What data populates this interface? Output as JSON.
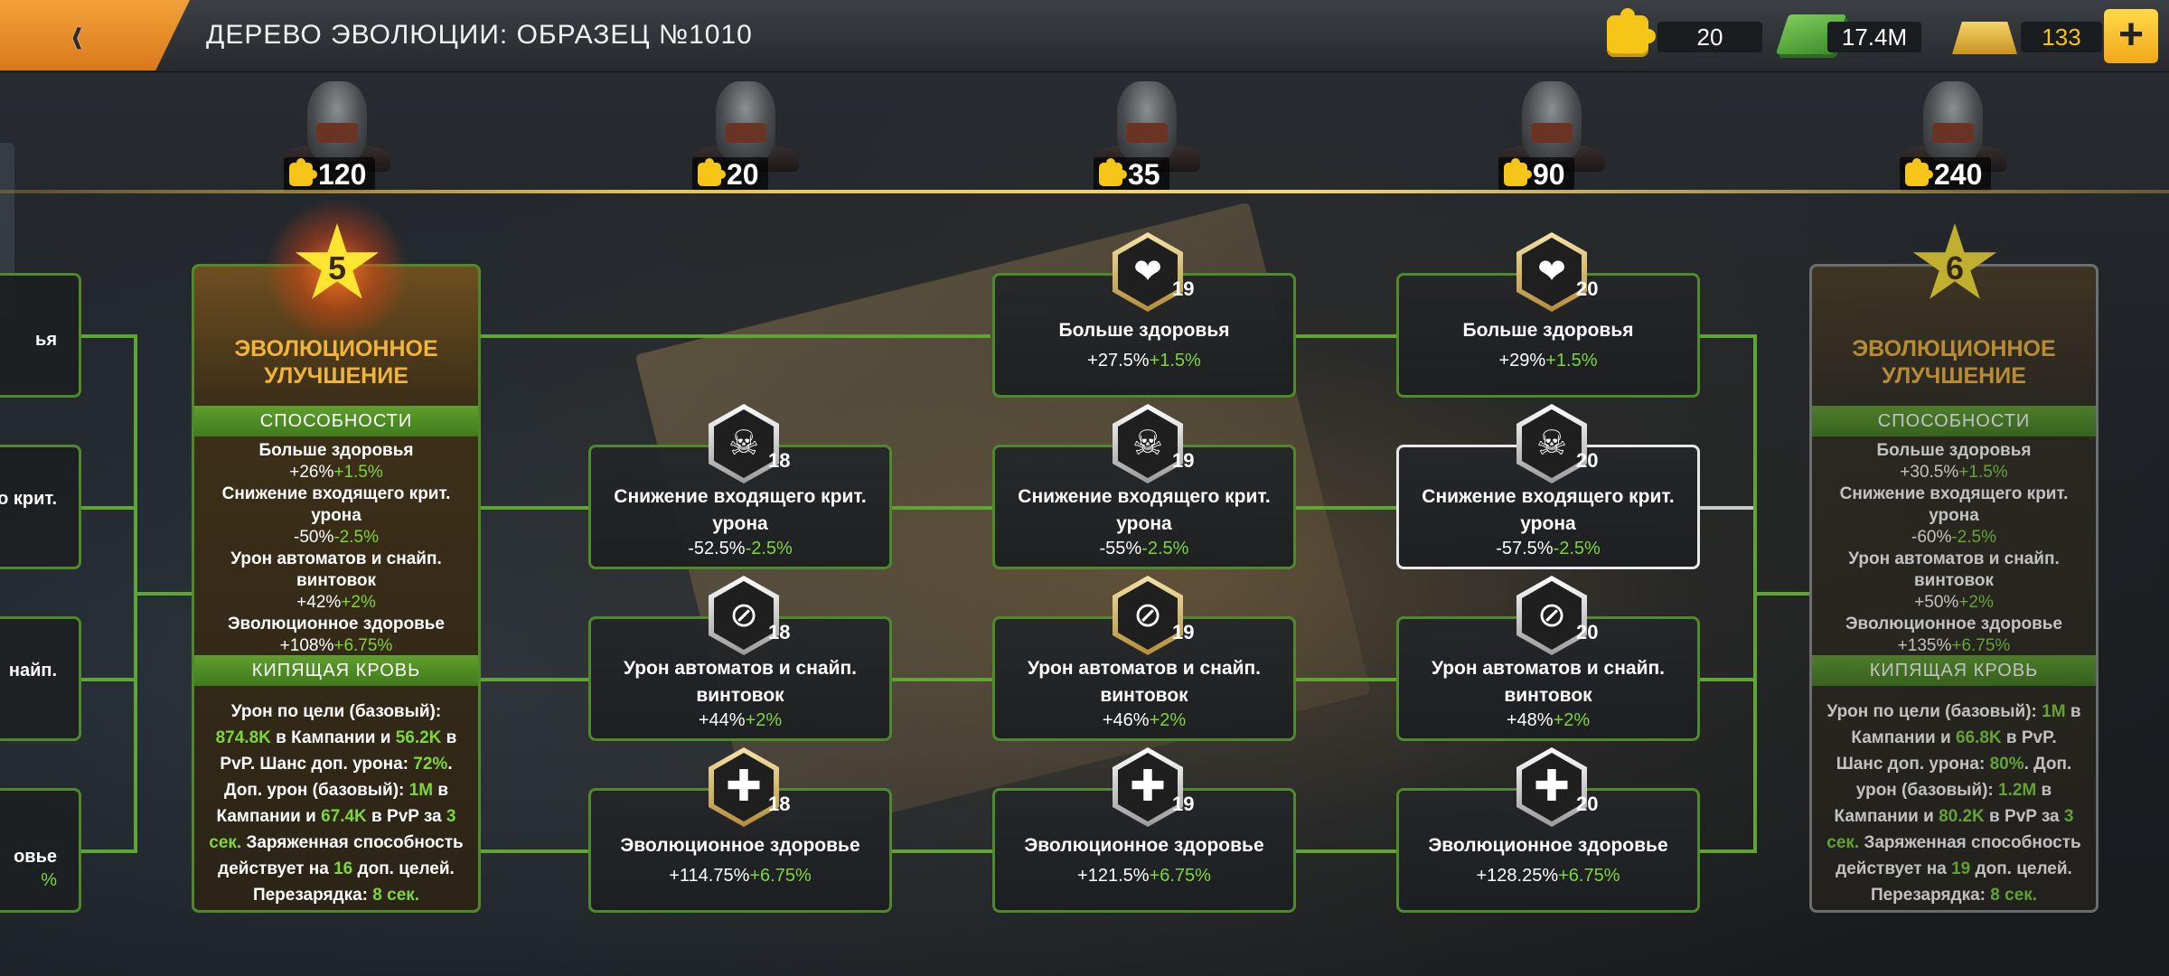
{
  "header": {
    "back_icon": "chevron-left-icon",
    "title": "ДЕРЕВО ЭВОЛЮЦИИ: ОБРАЗЕЦ №1010"
  },
  "resources": {
    "puzzle": "20",
    "cash": "17.4M",
    "gold": "133",
    "plus_label": "+"
  },
  "tiers": [
    {
      "cost": "120"
    },
    {
      "cost": "20"
    },
    {
      "cost": "35"
    },
    {
      "cost": "90"
    },
    {
      "cost": "240"
    }
  ],
  "left_partial": {
    "a": "ья",
    "b": "о крит.",
    "c": "найп.",
    "d": "овье",
    "e": "%"
  },
  "evo_left": {
    "star": "5",
    "title_1": "ЭВОЛЮЦИОННОЕ",
    "title_2": "УЛУЧШЕНИЕ",
    "section_abilities": "СПОСОБНОСТИ",
    "a1_name": "Больше здоровья",
    "a1_base": "+26%",
    "a1_bonus": "+1.5%",
    "a2_name_1": "Снижение входящего крит.",
    "a2_name_2": "урона",
    "a2_base": "-50%",
    "a2_bonus": "-2.5%",
    "a3_name_1": "Урон автоматов и снайп.",
    "a3_name_2": "винтовок",
    "a3_base": "+42%",
    "a3_bonus": "+2%",
    "a4_name": "Эволюционное здоровье",
    "a4_base": "+108%",
    "a4_bonus": "+6.75%",
    "section_boil": "КИПЯЩАЯ КРОВЬ",
    "d1": "Урон по цели (базовый):",
    "d2a": "874.8K",
    "d2b": " в Кампании и ",
    "d2c": "56.2K",
    "d2d": " в",
    "d3a": "PvP. Шанс доп. урона: ",
    "d3b": "72%",
    "d3c": ".",
    "d4a": "Доп. урон (базовый): ",
    "d4b": "1M",
    "d4c": " в",
    "d5a": "Кампании и ",
    "d5b": "67.4K",
    "d5c": " в PvP за ",
    "d5d": "3",
    "d6a": "сек.",
    "d6b": " Заряженная способность",
    "d7a": "действует на ",
    "d7b": "16",
    "d7c": " доп. целей.",
    "d8a": "Перезарядка: ",
    "d8b": "8 сек."
  },
  "evo_right": {
    "star": "6",
    "title_1": "ЭВОЛЮЦИОННОЕ",
    "title_2": "УЛУЧШЕНИЕ",
    "section_abilities": "СПОСОБНОСТИ",
    "a1_name": "Больше здоровья",
    "a1_base": "+30.5%",
    "a1_bonus": "+1.5%",
    "a2_name_1": "Снижение входящего крит.",
    "a2_name_2": "урона",
    "a2_base": "-60%",
    "a2_bonus": "-2.5%",
    "a3_name_1": "Урон автоматов и снайп.",
    "a3_name_2": "винтовок",
    "a3_base": "+50%",
    "a3_bonus": "+2%",
    "a4_name": "Эволюционное здоровье",
    "a4_base": "+135%",
    "a4_bonus": "+6.75%",
    "section_boil": "КИПЯЩАЯ КРОВЬ",
    "d1a": "Урон по цели (базовый): ",
    "d1b": "1M",
    "d1c": " в",
    "d2a": "Кампании и ",
    "d2b": "66.8K",
    "d2c": " в PvP.",
    "d3a": "Шанс доп. урона: ",
    "d3b": "80%",
    "d3c": ". Доп.",
    "d4a": "урон (базовый): ",
    "d4b": "1.2M",
    "d4c": " в",
    "d5a": "Кампании и ",
    "d5b": "80.2K",
    "d5c": " в PvP за ",
    "d5d": "3",
    "d6a": "сек.",
    "d6b": " Заряженная способность",
    "d7a": "действует на ",
    "d7b": "19",
    "d7c": " доп. целей.",
    "d8a": "Перезарядка: ",
    "d8b": "8 сек."
  },
  "nodes": {
    "c3r1": {
      "level": "19",
      "title": "Больше здоровья",
      "base": "+27.5%",
      "bonus": "+1.5%",
      "icon": "heart-icon"
    },
    "c4r1": {
      "level": "20",
      "title": "Больше здоровья",
      "base": "+29%",
      "bonus": "+1.5%",
      "icon": "heart-icon"
    },
    "c2r2": {
      "level": "18",
      "title_1": "Снижение входящего крит.",
      "title_2": "урона",
      "base": "-52.5%",
      "bonus": "-2.5%",
      "icon": "skull-icon"
    },
    "c3r2": {
      "level": "19",
      "title_1": "Снижение входящего крит.",
      "title_2": "урона",
      "base": "-55%",
      "bonus": "-2.5%",
      "icon": "skull-icon"
    },
    "c4r2": {
      "level": "20",
      "title_1": "Снижение входящего крит.",
      "title_2": "урона",
      "base": "-57.5%",
      "bonus": "-2.5%",
      "icon": "skull-icon"
    },
    "c2r3": {
      "level": "18",
      "title_1": "Урон автоматов и снайп.",
      "title_2": "винтовок",
      "base": "+44%",
      "bonus": "+2%",
      "icon": "bullets-icon"
    },
    "c3r3": {
      "level": "19",
      "title_1": "Урон автоматов и снайп.",
      "title_2": "винтовок",
      "base": "+46%",
      "bonus": "+2%",
      "icon": "bullets-icon"
    },
    "c4r3": {
      "level": "20",
      "title_1": "Урон автоматов и снайп.",
      "title_2": "винтовок",
      "base": "+48%",
      "bonus": "+2%",
      "icon": "bullets-icon"
    },
    "c2r4": {
      "level": "18",
      "title": "Эволюционное здоровье",
      "base": "+114.75%",
      "bonus": "+6.75%",
      "icon": "medical-cross-icon"
    },
    "c3r4": {
      "level": "19",
      "title": "Эволюционное здоровье",
      "base": "+121.5%",
      "bonus": "+6.75%",
      "icon": "medical-cross-icon"
    },
    "c4r4": {
      "level": "20",
      "title": "Эволюционное здоровье",
      "base": "+128.25%",
      "bonus": "+6.75%",
      "icon": "medical-cross-icon"
    }
  },
  "colors": {
    "accent_orange": "#f2a23a",
    "node_border_green": "#4e8a2a",
    "bonus_green": "#7dd63a",
    "evo_title_gold": "#f1b43a"
  }
}
